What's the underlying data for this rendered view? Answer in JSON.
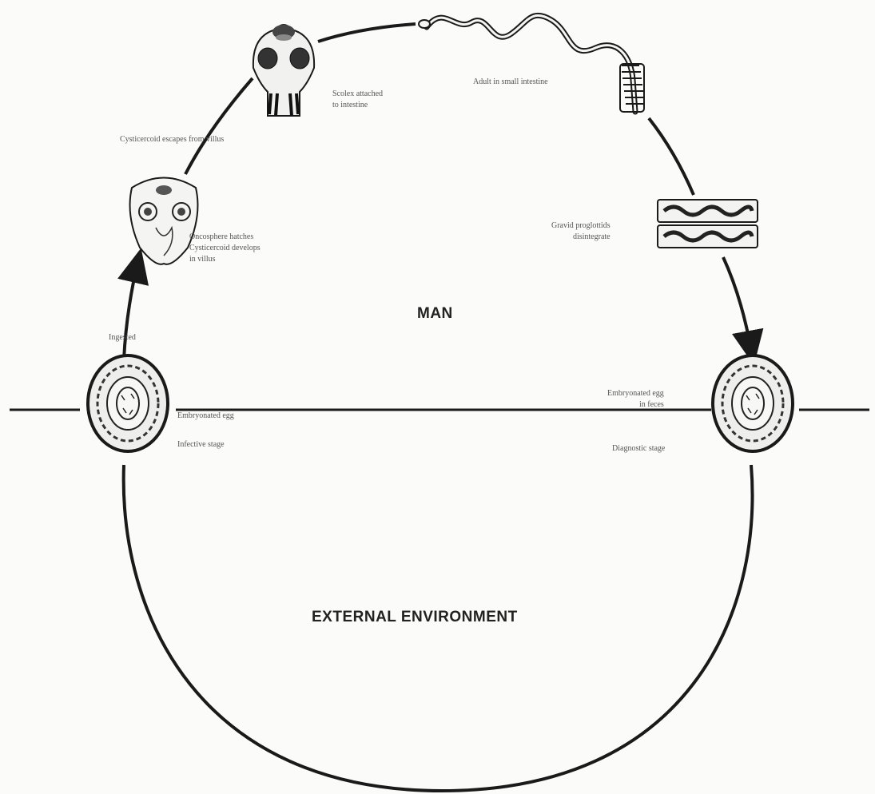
{
  "regions": {
    "man": "MAN",
    "external": "EXTERNAL ENVIRONMENT"
  },
  "labels": {
    "scolex": "Scolex attached\nto intestine",
    "adult_worm": "Adult in small intestine",
    "cysticercoid_escape": "Cysticercoid escapes from villus",
    "oncosphere_hatches": "Oncosphere hatches\nCysticercoid develops\nin villus",
    "gravid_proglottids": "Gravid proglottids\ndisintegrate",
    "ingested": "Ingested",
    "egg_infective_left": "Embryonated egg",
    "infective_stage": "Infective stage",
    "egg_feces_right": "Embryonated egg\nin feces",
    "diagnostic_stage": "Diagnostic stage"
  },
  "colors": {
    "ink": "#1a1a1a",
    "background": "#fbfbfa",
    "label_text": "#555555"
  }
}
